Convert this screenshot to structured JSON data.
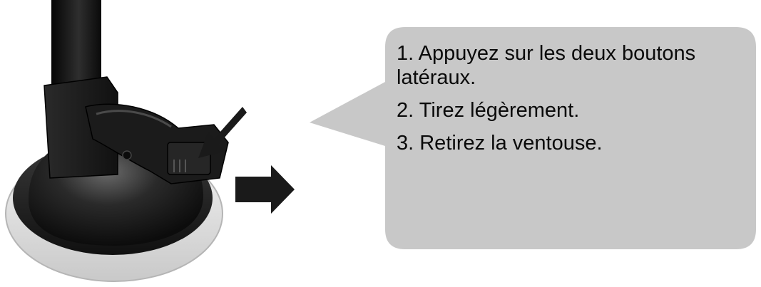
{
  "instructions": {
    "steps": [
      {
        "line1": "1. Appuyez sur les deux boutons",
        "line2": "latéraux."
      },
      {
        "text": "2. Tirez légèrement."
      },
      {
        "text": "3. Retirez la ventouse."
      }
    ]
  },
  "figure": {
    "photo_subject": "suction-cup-mount-with-release-buttons",
    "bubble_color": "#c8c8c8",
    "arrow_color": "#1a1a1a"
  }
}
